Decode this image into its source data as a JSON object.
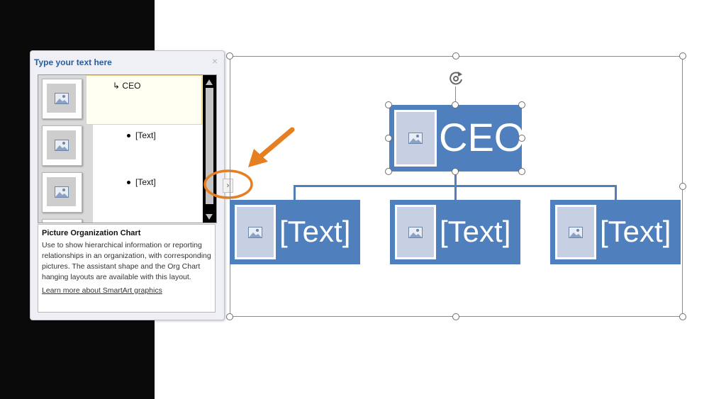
{
  "text_pane": {
    "title": "Type your text here",
    "close_glyph": "×",
    "lines": [
      {
        "text": "CEO",
        "prefix": "↳"
      },
      {
        "text": "[Text]"
      },
      {
        "text": "[Text]"
      }
    ],
    "description": {
      "title": "Picture Organization Chart",
      "body": "Use to show hierarchical information or reporting relationships in an organization, with corresponding pictures. The assistant shape and the Org Chart hanging layouts are available with this layout.",
      "link": "Learn more about SmartArt graphics"
    },
    "expand_glyph": "›"
  },
  "smartart": {
    "top": {
      "label": "CEO"
    },
    "children": [
      {
        "label": "[Text]"
      },
      {
        "label": "[Text]"
      },
      {
        "label": "[Text]"
      }
    ]
  },
  "colors": {
    "box_fill": "#4f80bd",
    "annotation": "#e67e22"
  }
}
